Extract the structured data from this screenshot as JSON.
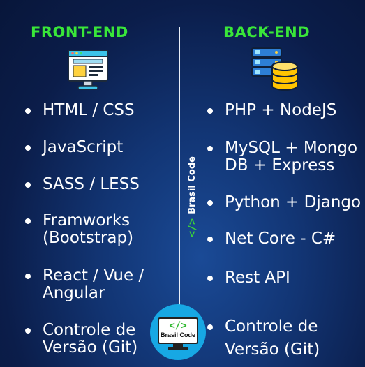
{
  "front_end": {
    "title": "FRONT-END",
    "icon": "web-browser-icon",
    "items": [
      "HTML / CSS",
      "JavaScript",
      "SASS / LESS",
      "Framworks (Bootstrap)",
      "React / Vue / Angular",
      "Controle de Versão (Git)"
    ]
  },
  "back_end": {
    "title": "BACK-END",
    "icon": "server-database-icon",
    "items": [
      "PHP + NodeJS",
      "MySQL + Mongo DB + Express",
      "Python + Django",
      "Net Core - C#",
      "Rest API",
      "Controle de Versão (Git)"
    ]
  },
  "brand": {
    "code_symbol": "</>",
    "name": "Brasil Code"
  },
  "colors": {
    "title_green": "#39e639",
    "background": "#123574",
    "divider": "#e9eef7",
    "logo_blue": "#17a8e4"
  }
}
